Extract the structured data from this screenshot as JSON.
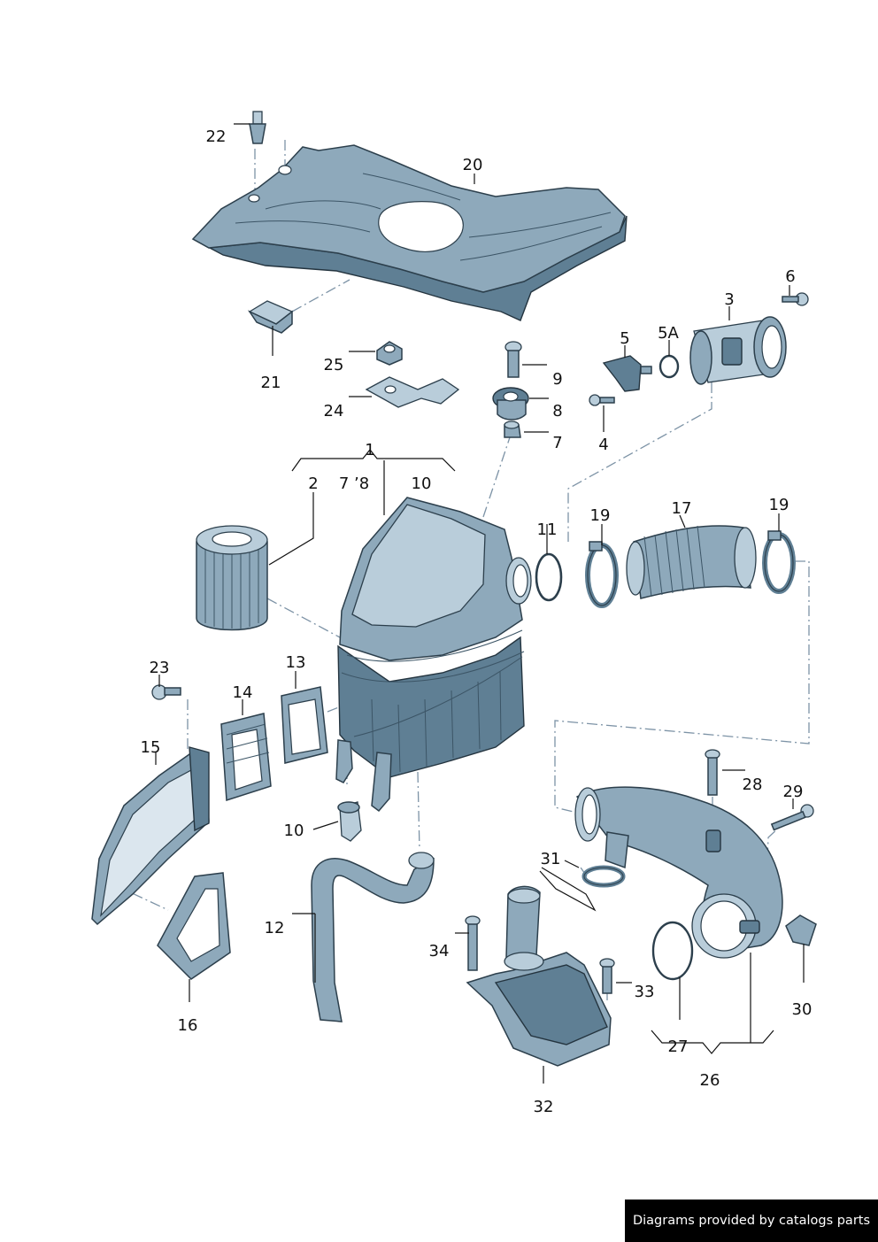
{
  "diagram": {
    "labels": [
      "1",
      "2",
      "3",
      "4",
      "5",
      "5A",
      "6",
      "7",
      "7 ’8",
      "8",
      "9",
      "10",
      "10",
      "11",
      "12",
      "13",
      "14",
      "15",
      "16",
      "17",
      "19",
      "19",
      "20",
      "21",
      "22",
      "23",
      "24",
      "25",
      "26",
      "27",
      "28",
      "29",
      "30",
      "31",
      "32",
      "33",
      "34"
    ]
  },
  "footer": {
    "credit": "Diagrams provided by catalogs parts"
  },
  "colors": {
    "part_fill": "#8ea9bb",
    "part_dark": "#5f7f94",
    "part_light": "#b9cdda",
    "outline": "#2c3f4c",
    "dash_line": "#7d93a6"
  }
}
